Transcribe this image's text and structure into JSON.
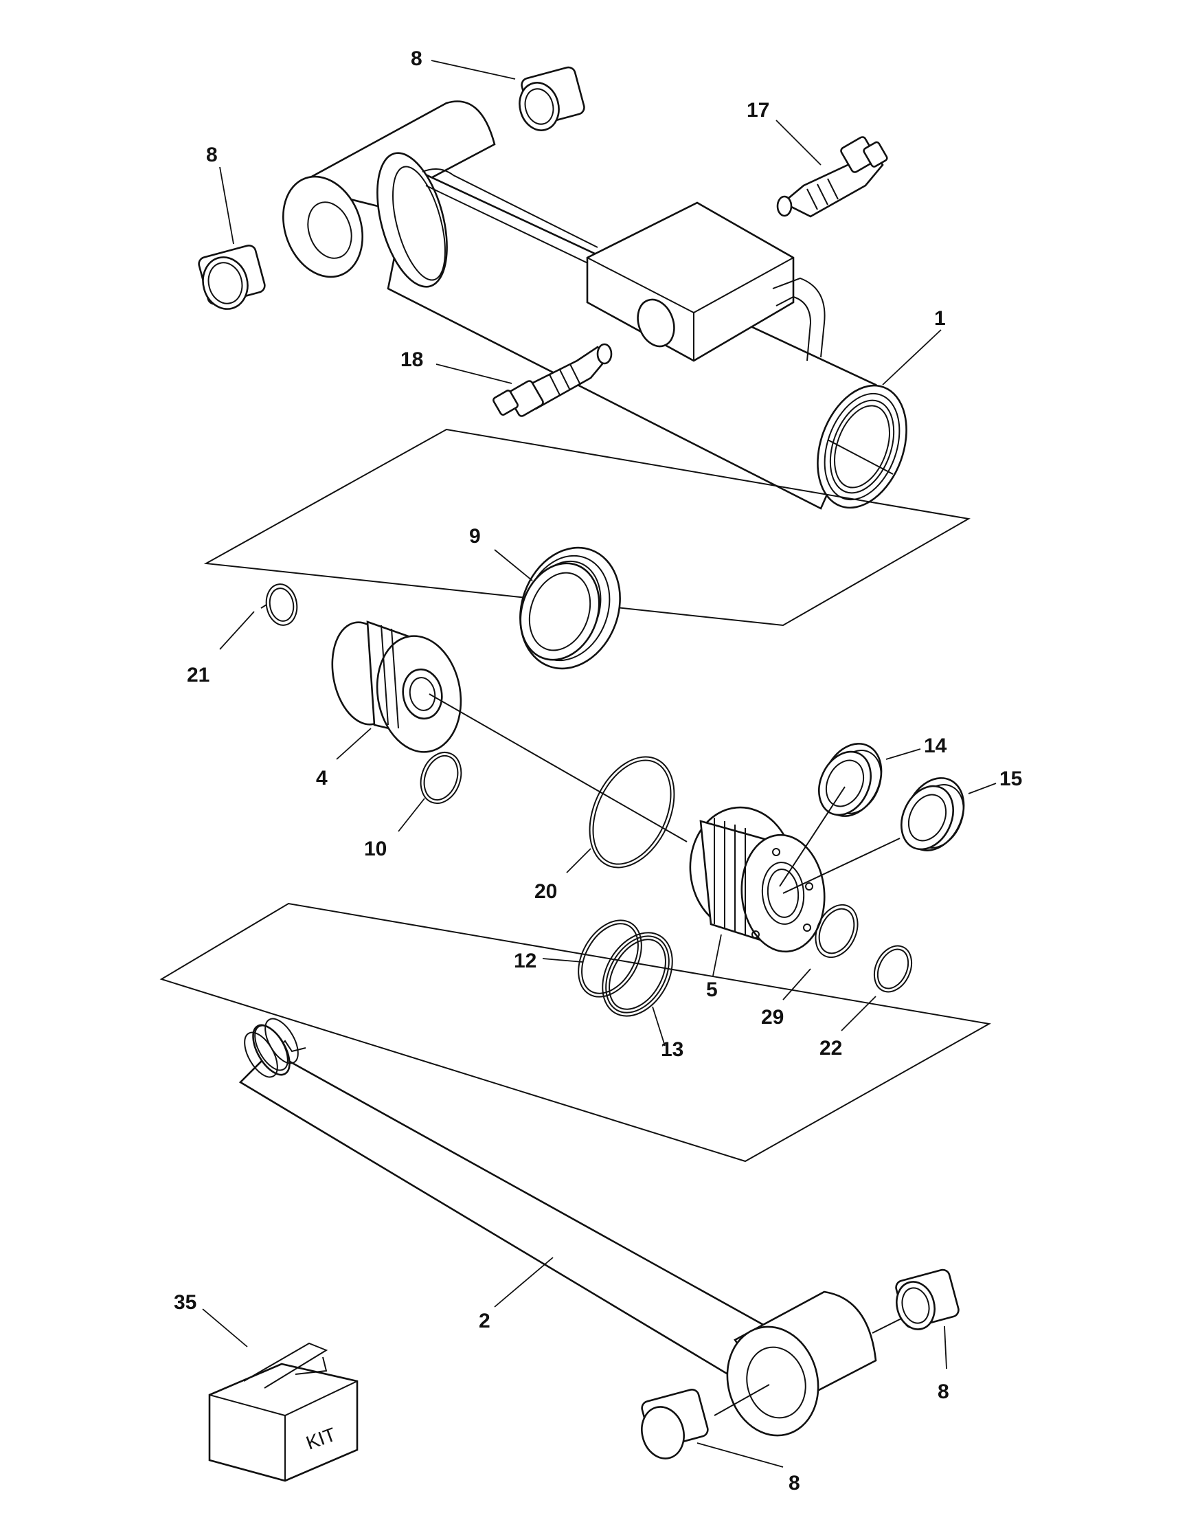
{
  "callouts": {
    "c8a": "8",
    "c8b": "8",
    "c17": "17",
    "c1": "1",
    "c18": "18",
    "c9": "9",
    "c21": "21",
    "c4": "4",
    "c10": "10",
    "c14": "14",
    "c15": "15",
    "c20": "20",
    "c12": "12",
    "c5": "5",
    "c29": "29",
    "c13": "13",
    "c22": "22",
    "c2": "2",
    "c35": "35",
    "c8c": "8",
    "c8d": "8"
  },
  "kit_label": "KIT"
}
